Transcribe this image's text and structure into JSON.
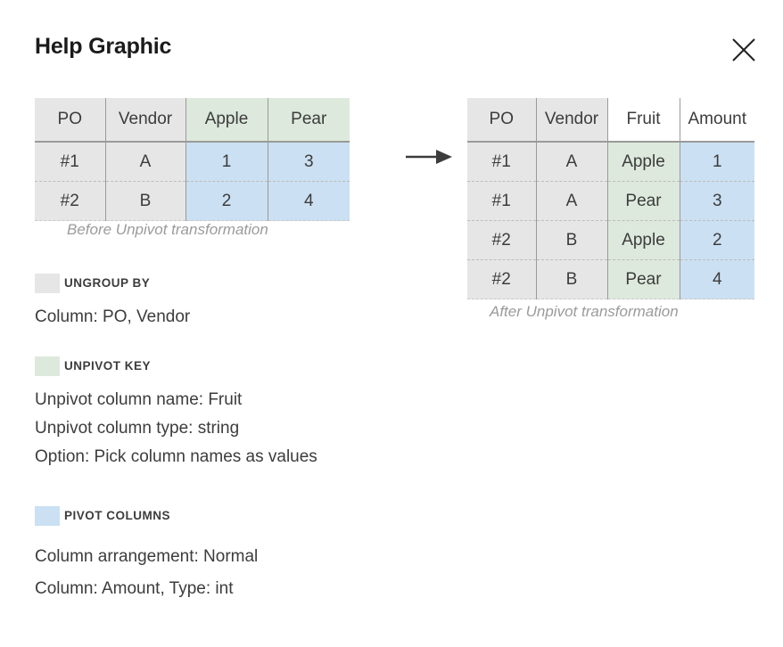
{
  "header": {
    "title": "Help Graphic",
    "close_icon": "close-icon"
  },
  "colors": {
    "ungroup_gray": "#e6e6e6",
    "unpivot_green": "#dde9dc",
    "pivot_blue": "#cbe0f2",
    "border_solid": "#9a9a9a",
    "border_dashed": "#bdbdbd",
    "text": "#3c3c3c",
    "caption": "#9b9b9b"
  },
  "before_table": {
    "caption": "Before Unpivot transformation",
    "columns": [
      {
        "label": "PO",
        "role": "ungroup"
      },
      {
        "label": "Vendor",
        "role": "ungroup"
      },
      {
        "label": "Apple",
        "role": "unpivot-key"
      },
      {
        "label": "Pear",
        "role": "unpivot-key"
      }
    ],
    "rows": [
      [
        "#1",
        "A",
        "1",
        "3"
      ],
      [
        "#2",
        "B",
        "2",
        "4"
      ]
    ]
  },
  "after_table": {
    "caption": "After Unpivot transformation",
    "columns": [
      {
        "label": "PO",
        "role": "ungroup"
      },
      {
        "label": "Vendor",
        "role": "ungroup"
      },
      {
        "label": "Fruit",
        "role": "unpivot-key"
      },
      {
        "label": "Amount",
        "role": "pivot"
      }
    ],
    "rows": [
      [
        "#1",
        "A",
        "Apple",
        "1"
      ],
      [
        "#1",
        "A",
        "Pear",
        "3"
      ],
      [
        "#2",
        "B",
        "Apple",
        "2"
      ],
      [
        "#2",
        "B",
        "Pear",
        "4"
      ]
    ]
  },
  "arrow": {
    "icon": "arrow-right-icon"
  },
  "legend": [
    {
      "swatch": "ungroup_gray",
      "label": "UNGROUP BY",
      "details": [
        "Column: PO, Vendor"
      ]
    },
    {
      "swatch": "unpivot_green",
      "label": "UNPIVOT KEY",
      "details": [
        "Unpivot column name: Fruit",
        "Unpivot column type: string",
        "Option: Pick column names as values"
      ]
    },
    {
      "swatch": "pivot_blue",
      "label": "PIVOT COLUMNS",
      "details": [
        "Column arrangement: Normal",
        "Column: Amount, Type: int"
      ]
    }
  ]
}
